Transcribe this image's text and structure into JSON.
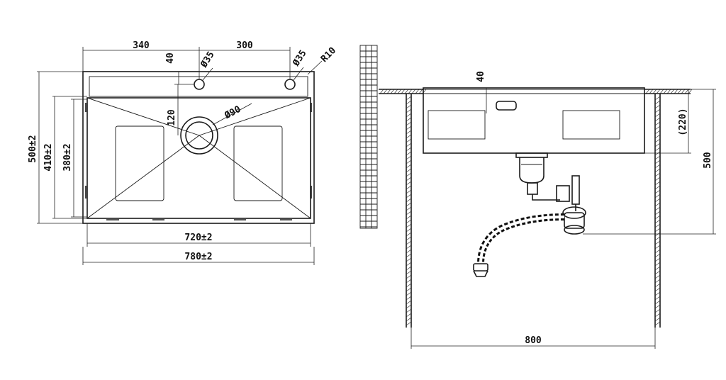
{
  "top_view": {
    "dim_left_top": "340",
    "dim_right_top": "300",
    "dim_tap_offset": "40",
    "dim_hole_left": "Ø35",
    "dim_hole_right": "Ø35",
    "dim_radius": "R10",
    "dim_drain_offset": "120",
    "dim_drain": "Ø90",
    "dim_total_height": "500±2",
    "dim_mid_height": "410±2",
    "dim_bowl_height": "380±2",
    "dim_inner_width": "720±2",
    "dim_total_width": "780±2"
  },
  "side_view": {
    "dim_rim": "40",
    "dim_bowl_depth": "(220)",
    "dim_cabinet_depth": "500",
    "dim_cabinet_width": "800"
  }
}
